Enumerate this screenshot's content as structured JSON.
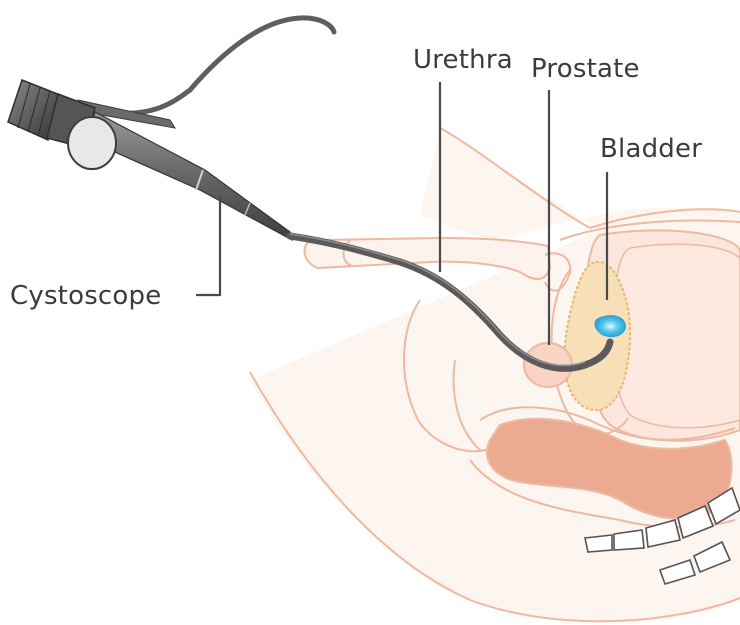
{
  "labels": {
    "cystoscope": "Cystoscope",
    "urethra": "Urethra",
    "prostate": "Prostate",
    "bladder": "Bladder"
  },
  "colors": {
    "outline": "#efb8a0",
    "skin_fill": "#fdf3ec",
    "bladder_fill": "#fbe7dd",
    "prostate_fill": "#f7dfb8",
    "prostate_stroke": "#e6b76c",
    "rectum_fill": "#ecaa93",
    "instrument_dark": "#4f4f4f",
    "instrument_mid": "#7a7a7a",
    "light_tip": "#56c8ef",
    "label_text": "#3c3c3c"
  }
}
